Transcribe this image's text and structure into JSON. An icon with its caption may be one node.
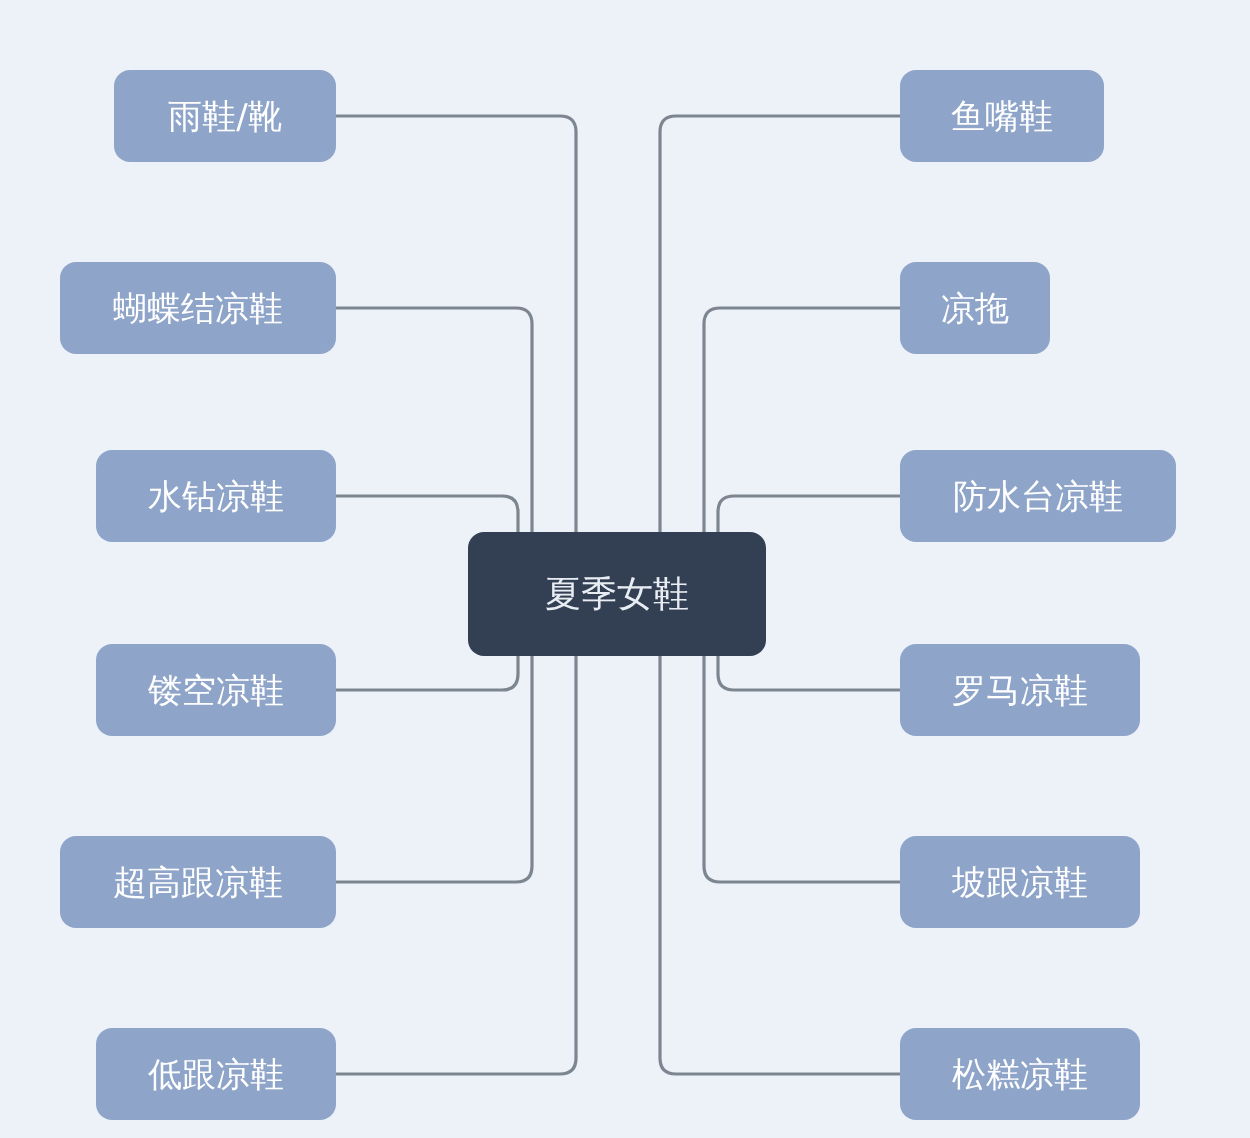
{
  "diagram": {
    "nodes": [
      {
        "text": [
          "夏季女鞋"
        ]
      },
      {
        "text": [
          "雨鞋/靴"
        ]
      },
      {
        "text": [
          "蝴蝶结凉鞋"
        ]
      },
      {
        "text": [
          "水钻凉鞋"
        ]
      },
      {
        "text": [
          "镂空凉鞋"
        ]
      },
      {
        "text": [
          "超高跟凉鞋"
        ]
      },
      {
        "text": [
          "低跟凉鞋"
        ]
      },
      {
        "text": [
          "鱼嘴鞋"
        ]
      },
      {
        "text": [
          "凉拖"
        ]
      },
      {
        "text": [
          "防水台凉鞋"
        ]
      },
      {
        "text": [
          "罗马凉鞋"
        ]
      },
      {
        "text": [
          "坡跟凉鞋"
        ]
      },
      {
        "text": [
          "松糕凉鞋"
        ]
      }
    ],
    "edges": [
      {
        "from": 0,
        "to": 1,
        "arrow": "none"
      },
      {
        "from": 0,
        "to": 2,
        "arrow": "none"
      },
      {
        "from": 0,
        "to": 3,
        "arrow": "none"
      },
      {
        "from": 0,
        "to": 4,
        "arrow": "none"
      },
      {
        "from": 0,
        "to": 5,
        "arrow": "none"
      },
      {
        "from": 0,
        "to": 6,
        "arrow": "none"
      },
      {
        "from": 0,
        "to": 7,
        "arrow": "none"
      },
      {
        "from": 0,
        "to": 8,
        "arrow": "none"
      },
      {
        "from": 0,
        "to": 9,
        "arrow": "none"
      },
      {
        "from": 0,
        "to": 10,
        "arrow": "none"
      },
      {
        "from": 0,
        "to": 11,
        "arrow": "none"
      },
      {
        "from": 0,
        "to": 12,
        "arrow": "none"
      }
    ]
  }
}
